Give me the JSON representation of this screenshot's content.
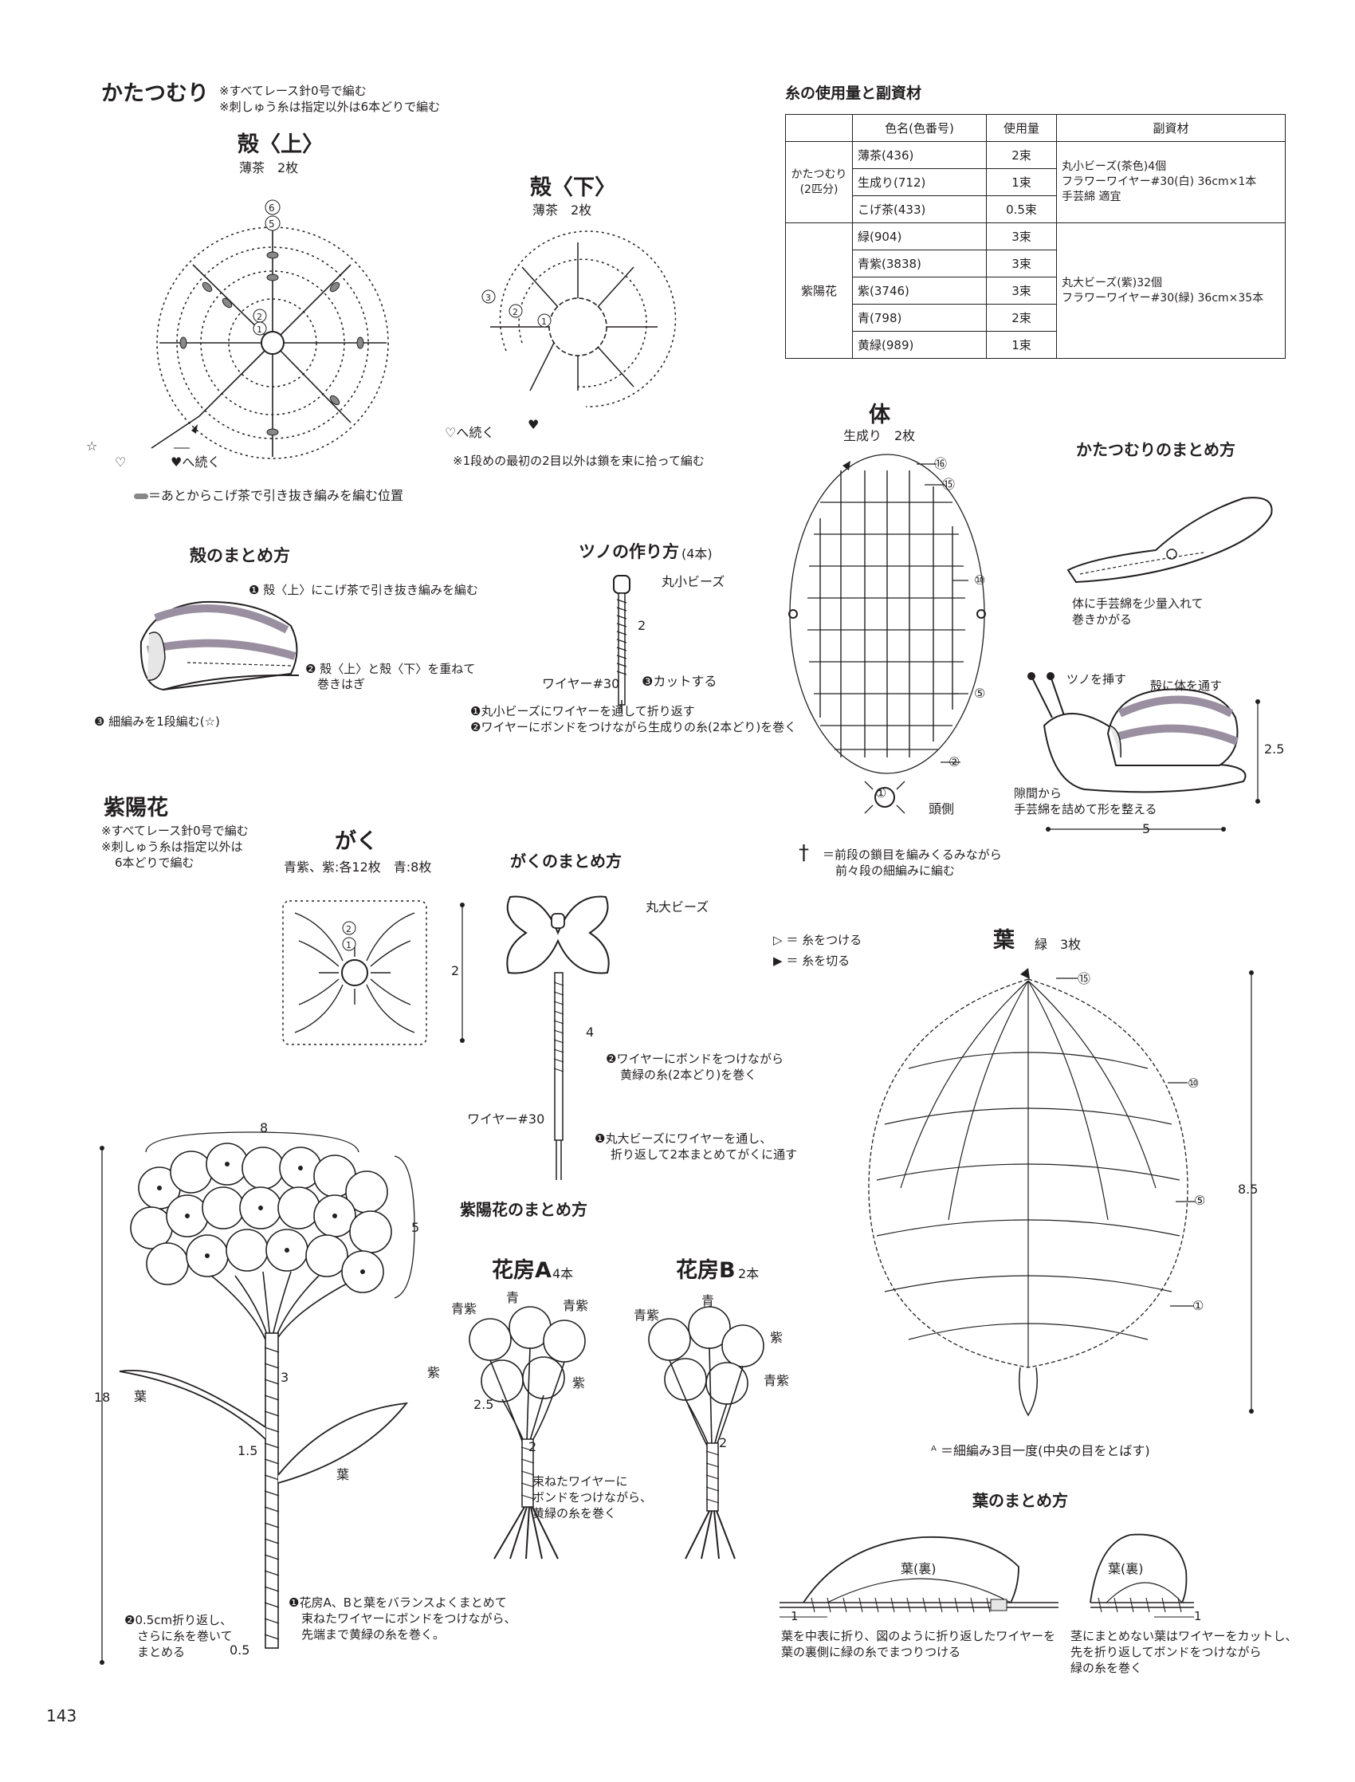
{
  "snail": {
    "title": "かたつむり",
    "notes": [
      "※すべてレース針0号で編む",
      "※刺しゅう糸は指定以外は6本どりで編む"
    ],
    "shell_top": {
      "title": "殻〈上〉",
      "sub": "薄茶　2枚"
    },
    "shell_bottom": {
      "title": "殻〈下〉",
      "sub": "薄茶　2枚"
    },
    "cont_heart_white": "♡へ続く",
    "cont_heart_black": "♥へ続く",
    "legend_slip": "＝あとからこげ茶で引き抜き編みを編む位置",
    "bottom_note": "※1段めの最初の2目以外は鎖を束に拾って編む",
    "assembly_shell": {
      "title": "殻のまとめ方",
      "step1": "殻〈上〉にこげ茶で引き抜き編みを編む",
      "step2a": "殻〈上〉と殻〈下〉を重ねて",
      "step2b": "巻きはぎ",
      "step3": "細編みを1段編む(☆)"
    },
    "horn": {
      "title": "ツノの作り方",
      "count": "(4本)",
      "bead": "丸小ビーズ",
      "len": "2",
      "wire": "ワイヤー#30",
      "cut": "カットする",
      "step1": "丸小ビーズにワイヤーを通して折り返す",
      "step2": "ワイヤーにボンドをつけながら生成りの糸(2本どり)を巻く"
    },
    "body": {
      "title": "体",
      "sub": "生成り　2枚",
      "rows": [
        "⑯",
        "⑮",
        "⑩",
        "⑤",
        "②",
        "①"
      ],
      "head": "頭側",
      "legend": "＝前段の鎖目を編みくるみながら",
      "legend2": "前々段の細編みに編む"
    },
    "assembly": {
      "title": "かたつむりのまとめ方",
      "stuff1": "体に手芸綿を少量入れて",
      "stuff2": "巻きかがる",
      "horn": "ツノを挿す",
      "shell": "殻に体を通す",
      "gap1": "隙間から",
      "gap2": "手芸綿を詰めて形を整える",
      "h": "2.5",
      "w": "5"
    }
  },
  "materials": {
    "title": "糸の使用量と副資材",
    "headers": [
      "色名(色番号)",
      "使用量",
      "副資材"
    ],
    "snail_label": [
      "かたつむり",
      "(2匹分)"
    ],
    "snail_rows": [
      {
        "color": "薄茶(436)",
        "qty": "2束"
      },
      {
        "color": "生成り(712)",
        "qty": "1束"
      },
      {
        "color": "こげ茶(433)",
        "qty": "0.5束"
      }
    ],
    "snail_mat": [
      "丸小ビーズ(茶色)4個",
      "フラワーワイヤー#30(白) 36cm×1本",
      "手芸綿 適宜"
    ],
    "hydrangea_label": "紫陽花",
    "hydrangea_rows": [
      {
        "color": "緑(904)",
        "qty": "3束"
      },
      {
        "color": "青紫(3838)",
        "qty": "3束"
      },
      {
        "color": "紫(3746)",
        "qty": "3束"
      },
      {
        "color": "青(798)",
        "qty": "2束"
      },
      {
        "color": "黄緑(989)",
        "qty": "1束"
      }
    ],
    "hydrangea_mat": [
      "丸大ビーズ(紫)32個",
      "フラワーワイヤー#30(緑) 36cm×35本"
    ]
  },
  "hydrangea": {
    "title": "紫陽花",
    "notes": [
      "※すべてレース針0号で編む",
      "※刺しゅう糸は指定以外は",
      "6本どりで編む"
    ],
    "calyx": {
      "title": "がく",
      "sub": "青紫、紫:各12枚　青:8枚",
      "size": "2"
    },
    "calyx_assembly": {
      "title": "がくのまとめ方",
      "bead": "丸大ビーズ",
      "len": "4",
      "step2a": "ワイヤーにボンドをつけながら",
      "step2b": "黄緑の糸(2本どり)を巻く",
      "wire": "ワイヤー#30",
      "step1a": "丸大ビーズにワイヤーを通し、",
      "step1b": "折り返して2本まとめてがくに通す"
    },
    "legend_attach": "＝ 糸をつける",
    "legend_cut": "＝ 糸を切る",
    "plant": {
      "w": "8",
      "h": "5",
      "total": "18",
      "stem1": "3",
      "stem2": "1.5",
      "leaf": "葉",
      "bottom": "0.5",
      "step2a": "0.5cm折り返し、",
      "step2b": "さらに糸を巻いて",
      "step2c": "まとめる",
      "step1a": "花房A、Bと葉をバランスよくまとめて",
      "step1b": "束ねたワイヤーにボンドをつけながら、",
      "step1c": "先端まで黄緑の糸を巻く。"
    },
    "assembly": {
      "title": "紫陽花のまとめ方",
      "clusterA": "花房A",
      "countA": "4本",
      "clusterB": "花房B",
      "countB": "2本",
      "colors": {
        "ao": "青",
        "aomurasaki": "青紫",
        "murasaki": "紫"
      },
      "len1": "2.5",
      "len2": "2",
      "len3": "2",
      "note1": "束ねたワイヤーに",
      "note2": "ボンドをつけながら、",
      "note3": "黄緑の糸を巻く"
    },
    "leaf": {
      "title": "葉",
      "sub": "緑　3枚",
      "rows": [
        "⑮",
        "⑩",
        "⑤",
        "①"
      ],
      "h": "8.5",
      "legend": "＝細編み3目一度(中央の目をとばす)"
    },
    "leaf_assembly": {
      "title": "葉のまとめ方",
      "back": "葉(裏)",
      "one": "1",
      "n1a": "葉を中表に折り、図のように折り返したワイヤーを",
      "n1b": "葉の裏側に緑の糸でまつりつける",
      "n2a": "茎にまとめない葉はワイヤーをカットし、",
      "n2b": "先を折り返してボンドをつけながら",
      "n2c": "緑の糸を巻く"
    }
  },
  "page_number": "143"
}
